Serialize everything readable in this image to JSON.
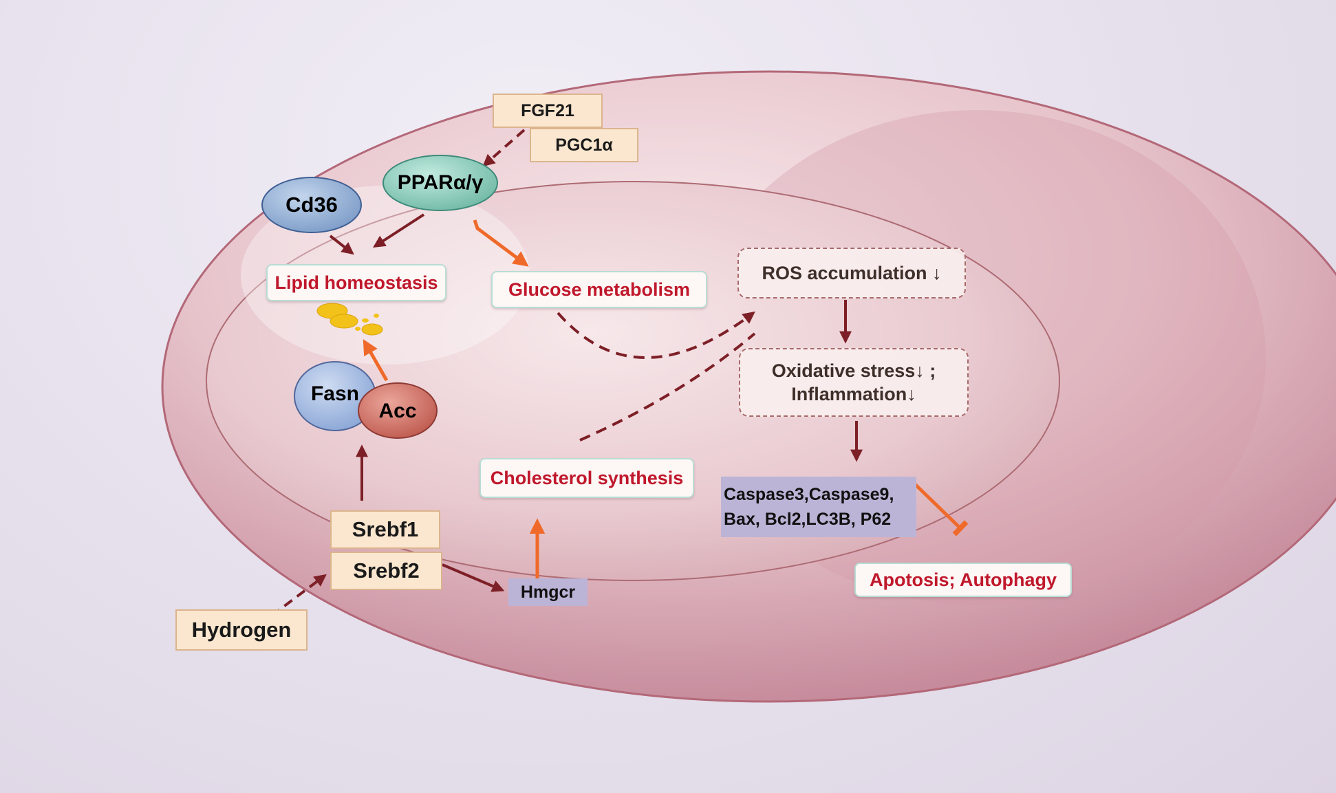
{
  "nodes": {
    "fgf21": "FGF21",
    "pgc1a": "PGC1α",
    "ppar": "PPARα/γ",
    "cd36": "Cd36",
    "lipid_homeostasis": "Lipid homeostasis",
    "glucose_metabolism": "Glucose metabolism",
    "ros_accumulation": "ROS accumulation ↓",
    "oxidative_stress": "Oxidative stress↓ ;",
    "inflammation": "Inflammation↓",
    "fasn": "Fasn",
    "acc": "Acc",
    "cholesterol_synthesis": "Cholesterol synthesis",
    "caspase_line1": "Caspase3,Caspase9,",
    "caspase_line2": "Bax, Bcl2,LC3B, P62",
    "apoptosis_autophagy": "Apotosis; Autophagy",
    "srebf1": "Srebf1",
    "srebf2": "Srebf2",
    "hmgcr": "Hmgcr",
    "hydrogen": "Hydrogen"
  },
  "colors": {
    "cell_outer": "#e9c2c8",
    "cell_inner": "#c98f9f",
    "arrow_dark": "#7d1f26",
    "arrow_orange": "#ef6a2a",
    "outcome_text": "#c0182c",
    "peach_box": "#fbe7cf",
    "purple_box": "#bbb4d6",
    "cd36_fill": "#8fb0d6",
    "ppar_fill": "#8fd1bf",
    "fasn_fill": "#a4bbe0",
    "acc_fill": "#d47268",
    "lipid_droplet": "#f3c21a"
  }
}
